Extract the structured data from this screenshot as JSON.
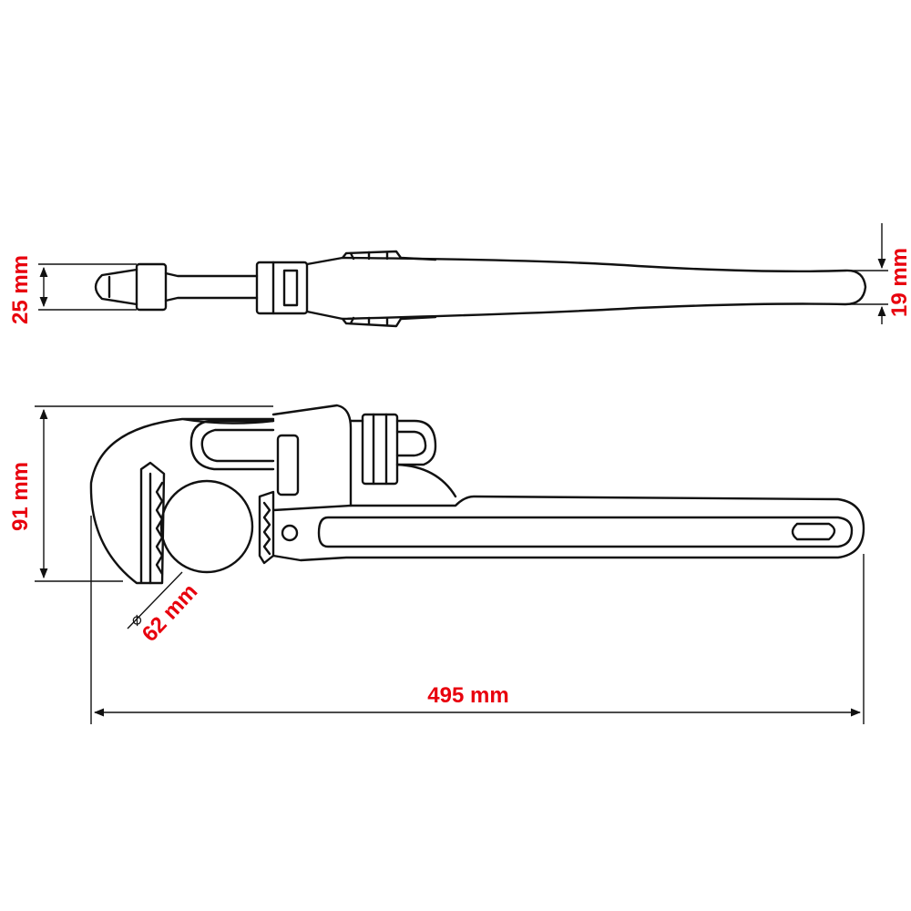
{
  "dimensions": {
    "jaw_thickness": "25 mm",
    "handle_end_thickness": "19 mm",
    "jaw_height": "91 mm",
    "pipe_capacity": "62 mm",
    "pipe_capacity_symbol": "⌀",
    "overall_length": "495 mm"
  },
  "colors": {
    "label": "#e8000d",
    "line": "#111111"
  }
}
